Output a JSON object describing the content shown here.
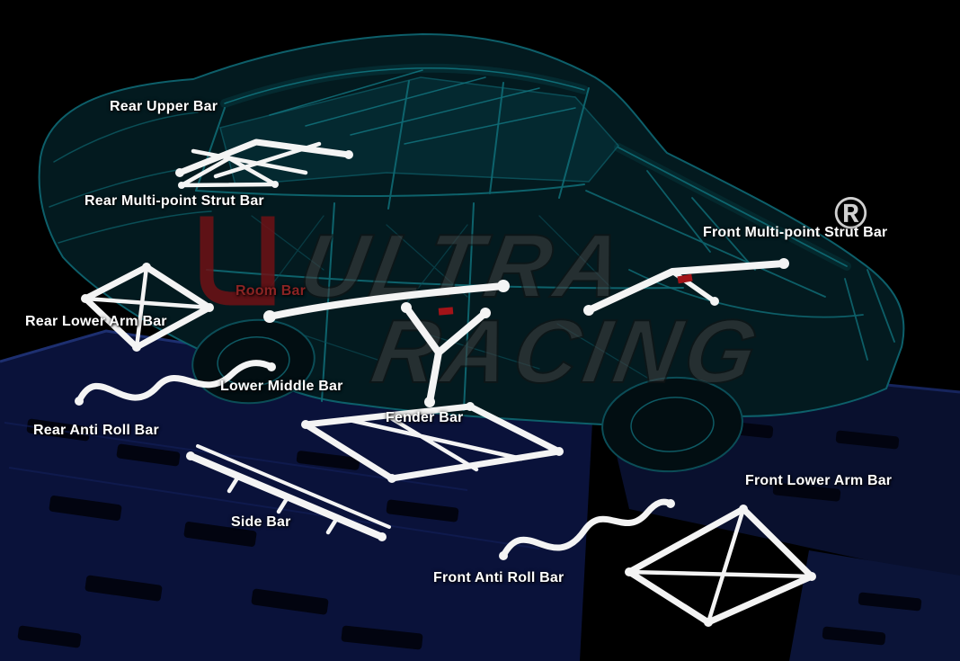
{
  "colors": {
    "background": "#000000",
    "label_text": "#ffffff",
    "room_bar_label": "#8b2424",
    "car_wireframe": "#0d5f6a",
    "product_bars": "#f4f4f4",
    "platform": "#0a123a",
    "watermark_text": "#3f3f3f",
    "watermark_emblem": "#6e1215"
  },
  "watermark": {
    "brand_line1": "ULTRA",
    "brand_line2": "RACING",
    "registered": "®"
  },
  "labels": [
    {
      "id": "rear-upper-bar",
      "text": "Rear Upper Bar"
    },
    {
      "id": "rear-multi-point-strut-bar",
      "text": "Rear Multi-point Strut Bar"
    },
    {
      "id": "room-bar",
      "text": "Room Bar"
    },
    {
      "id": "rear-lower-arm-bar",
      "text": "Rear Lower Arm Bar"
    },
    {
      "id": "lower-middle-bar",
      "text": "Lower Middle Bar"
    },
    {
      "id": "rear-anti-roll-bar",
      "text": "Rear Anti Roll Bar"
    },
    {
      "id": "fender-bar",
      "text": "Fender Bar"
    },
    {
      "id": "side-bar",
      "text": "Side Bar"
    },
    {
      "id": "front-multi-point-strut-bar",
      "text": "Front Multi-point Strut Bar"
    },
    {
      "id": "front-lower-arm-bar",
      "text": "Front Lower Arm Bar"
    },
    {
      "id": "front-anti-roll-bar",
      "text": "Front Anti Roll Bar"
    }
  ]
}
